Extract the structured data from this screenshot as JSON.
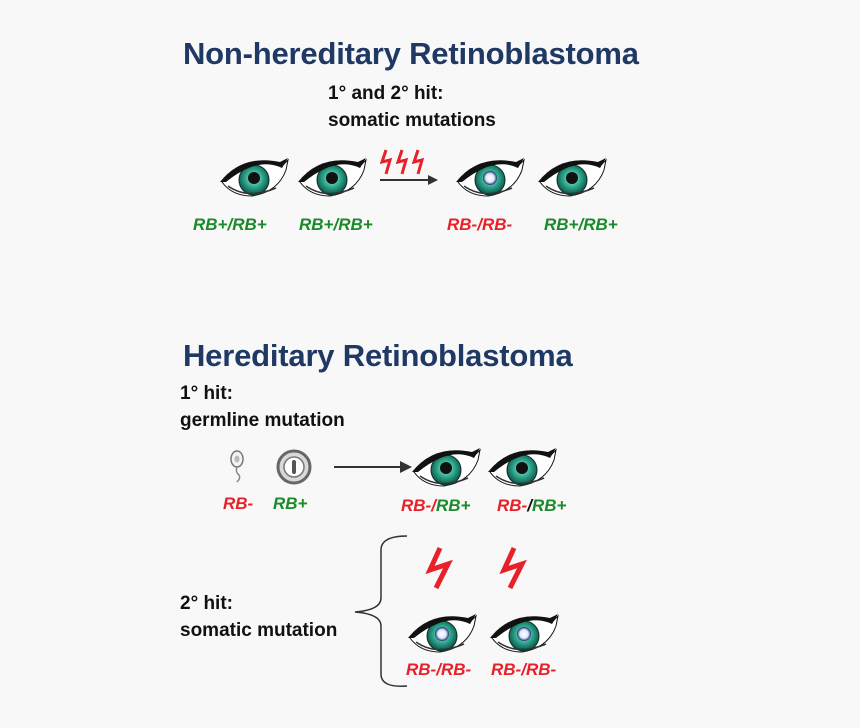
{
  "section1": {
    "title": "Non-hereditary Retinoblastoma",
    "hit_line1": "1° and 2° hit:",
    "hit_line2": "somatic mutations",
    "eyes": [
      {
        "label": "RB+/RB+",
        "state": "normal"
      },
      {
        "label": "RB+/RB+",
        "state": "normal"
      },
      {
        "label": "RB-/RB-",
        "state": "tumor"
      },
      {
        "label": "RB+/RB+",
        "state": "normal"
      }
    ]
  },
  "section2": {
    "title": "Hereditary Retinoblastoma",
    "hit1_line1": "1° hit:",
    "hit1_line2": "germline mutation",
    "gametes": [
      {
        "label": "RB-",
        "kind": "sperm"
      },
      {
        "label": "RB+",
        "kind": "egg"
      }
    ],
    "offspring": [
      {
        "part1": "RB-",
        "sep": "/",
        "part2": "RB+"
      },
      {
        "part1": "RB-",
        "sep": "/",
        "part2": "RB+"
      }
    ],
    "hit2_line1": "2° hit:",
    "hit2_line2": "somatic mutation",
    "tumor_eyes": [
      {
        "label": "RB-/RB-"
      },
      {
        "label": "RB-/RB-"
      }
    ]
  },
  "colors": {
    "title": "#1f3864",
    "wildtype": "#1a8a2a",
    "mutant": "#e8202a",
    "iris": "#2aa58a"
  },
  "icons": [
    "eye-icon",
    "lightning-bolt-icon",
    "sperm-icon",
    "egg-icon",
    "brace-icon",
    "arrow-icon"
  ]
}
